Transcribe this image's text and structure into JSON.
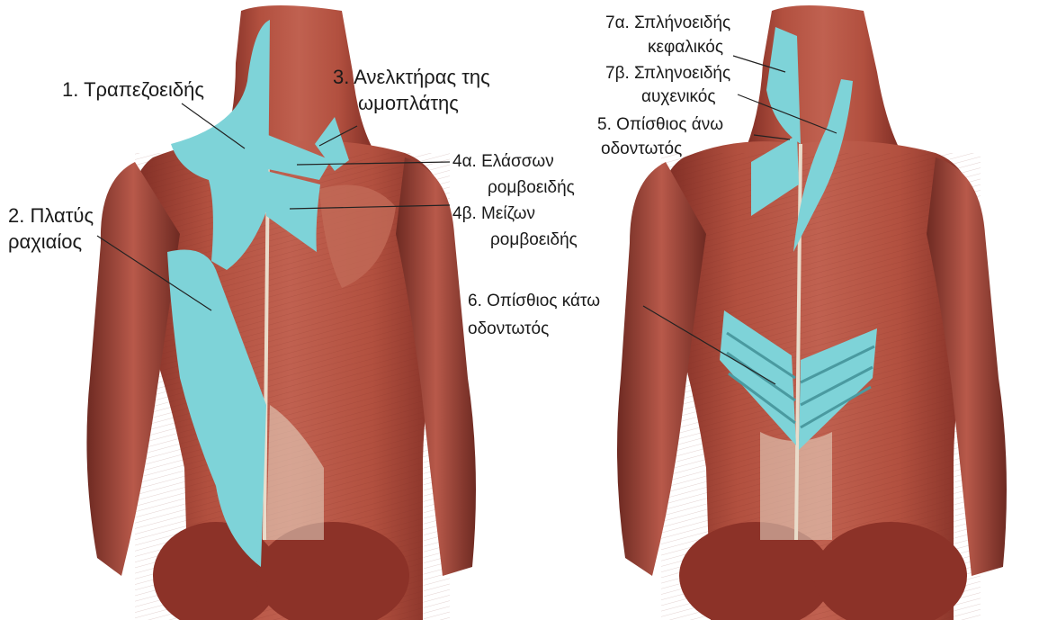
{
  "colors": {
    "background": "#ffffff",
    "muscle": "#a8453a",
    "muscle_dark": "#6e2a22",
    "highlight": "#7ed3d8",
    "tendon": "#e9dccb",
    "leader_line": "#222222"
  },
  "left_figure": {
    "labels": {
      "trapezius": "1. Τραπεζοειδής",
      "latissimus_line1": "2. Πλατύς",
      "latissimus_line2": "ραχιαίος",
      "levator_line1": "3. Ανελκτήρας της",
      "levator_line2": "ωμοπλάτης",
      "rhomboid_minor_line1": "4α. Ελάσσων",
      "rhomboid_minor_line2": "ρομβοειδής",
      "rhomboid_major_line1": "4β. Μείζων",
      "rhomboid_major_line2": "ρομβοειδής"
    }
  },
  "right_figure": {
    "labels": {
      "splenius_capitis_line1": "7α. Σπλήνοειδής",
      "splenius_capitis_line2": "κεφαλικός",
      "splenius_cervicis_line1": "7β. Σπληνοειδής",
      "splenius_cervicis_line2": "αυχενικός",
      "serratus_post_sup_line1": "5. Οπίσθιος άνω",
      "serratus_post_sup_line2": "οδοντωτός",
      "serratus_post_inf_line1": "6. Οπίσθιος κάτω",
      "serratus_post_inf_line2": "οδοντωτός"
    }
  }
}
